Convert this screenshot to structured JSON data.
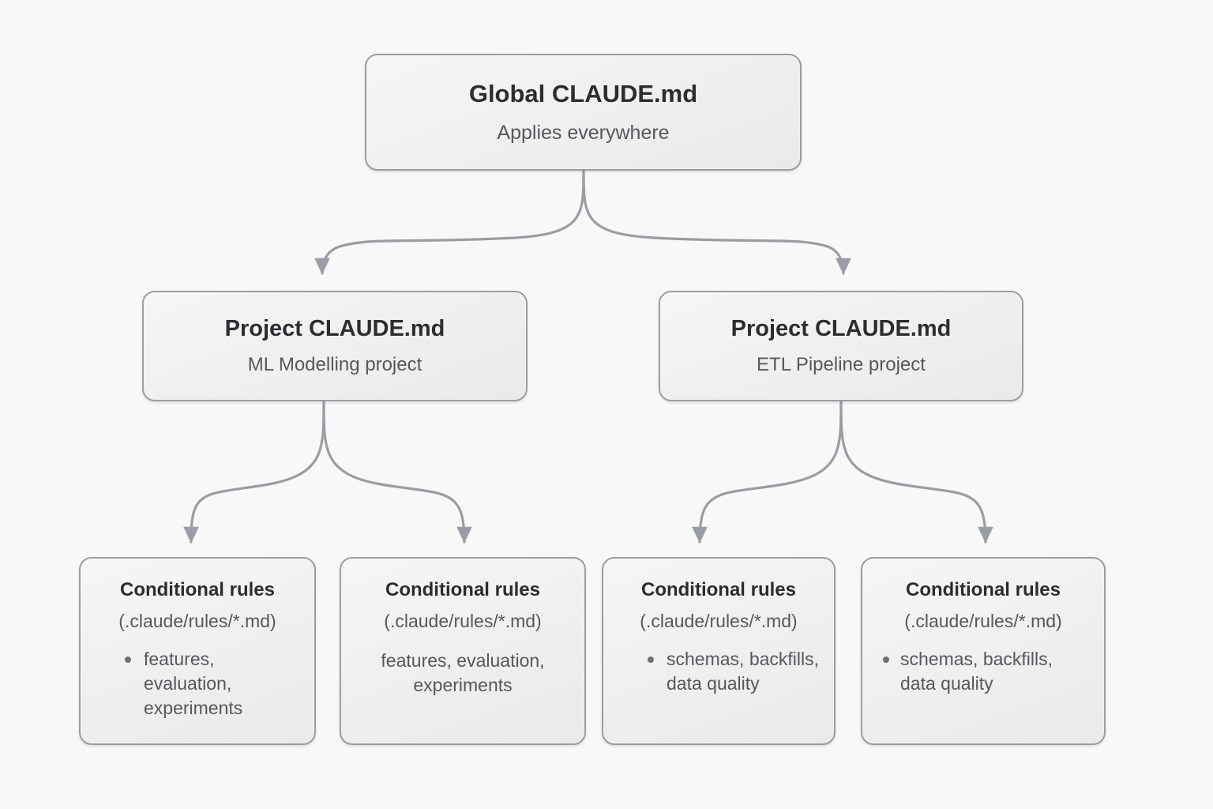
{
  "diagram": {
    "type": "hierarchy-tree",
    "background_color": "#f8f8f8",
    "node_fill_color": "#f0f0f0",
    "node_border_color": "#9a9da3",
    "connector_color": "#9a9da3",
    "title_color": "#2b2d30",
    "subtitle_color": "#55585d"
  },
  "root": {
    "title": "Global CLAUDE.md",
    "subtitle": "Applies everywhere"
  },
  "projects": [
    {
      "title": "Project CLAUDE.md",
      "subtitle": "ML Modelling project"
    },
    {
      "title": "Project CLAUDE.md",
      "subtitle": "ETL Pipeline project"
    }
  ],
  "leaves": [
    {
      "title": "Conditional rules",
      "path": "(.claude/rules/*.md)",
      "style": "bulleted",
      "items": [
        "features, evaluation, experiments"
      ]
    },
    {
      "title": "Conditional rules",
      "path": "(.claude/rules/*.md)",
      "style": "plain",
      "items": [
        "features, evaluation, experiments"
      ]
    },
    {
      "title": "Conditional rules",
      "path": "(.claude/rules/*.md)",
      "style": "bulleted",
      "items": [
        "schemas, backfills, data quality"
      ]
    },
    {
      "title": "Conditional rules",
      "path": "(.claude/rules/*.md)",
      "style": "bulleted",
      "items": [
        "schemas, backfills, data quality"
      ]
    }
  ],
  "connectors": [
    {
      "from": "root",
      "to": "project-ml"
    },
    {
      "from": "root",
      "to": "project-etl"
    },
    {
      "from": "project-ml",
      "to": "leaf-1"
    },
    {
      "from": "project-ml",
      "to": "leaf-2"
    },
    {
      "from": "project-etl",
      "to": "leaf-3"
    },
    {
      "from": "project-etl",
      "to": "leaf-4"
    }
  ]
}
